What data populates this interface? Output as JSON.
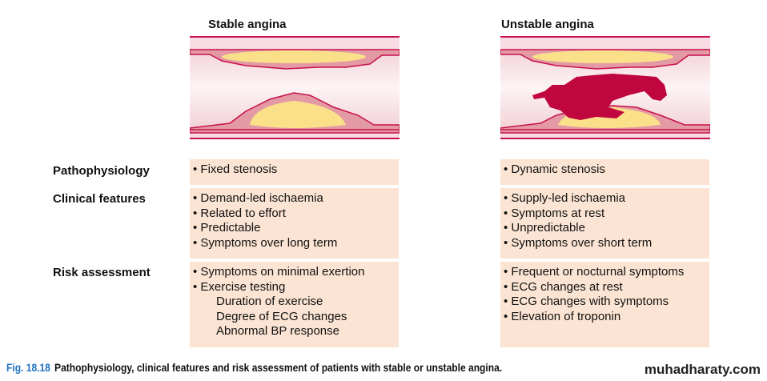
{
  "columns": [
    {
      "title": "Stable angina",
      "pathophysiology": [
        "• Fixed stenosis"
      ],
      "clinical": [
        "• Demand-led ischaemia",
        "• Related to effort",
        "• Predictable",
        "• Symptoms over long term"
      ],
      "risk": [
        "• Symptoms on minimal exertion",
        "• Exercise testing"
      ],
      "risk_sub": [
        "Duration of exercise",
        "Degree of ECG changes",
        "Abnormal BP response"
      ]
    },
    {
      "title": "Unstable angina",
      "pathophysiology": [
        "• Dynamic stenosis"
      ],
      "clinical": [
        "• Supply-led ischaemia",
        "• Symptoms at rest",
        "• Unpredictable",
        "• Symptoms over short term"
      ],
      "risk": [
        "• Frequent or nocturnal symptoms",
        "• ECG changes at rest",
        "• ECG changes with symptoms",
        "• Elevation of troponin"
      ],
      "risk_sub": []
    }
  ],
  "row_labels": {
    "pathophysiology": "Pathophysiology",
    "clinical": "Clinical features",
    "risk": "Risk assessment"
  },
  "caption": {
    "fig": "Fig. 18.18",
    "text": "Pathophysiology, clinical features and risk assessment of patients with stable or unstable angina."
  },
  "watermark": "muhadharaty.com",
  "colors": {
    "box": "#fbe4d3",
    "vessel": "#c8104a",
    "plaque": "#fbe08a",
    "thrombus": "#c0063e",
    "fig": "#1f6fbf"
  }
}
